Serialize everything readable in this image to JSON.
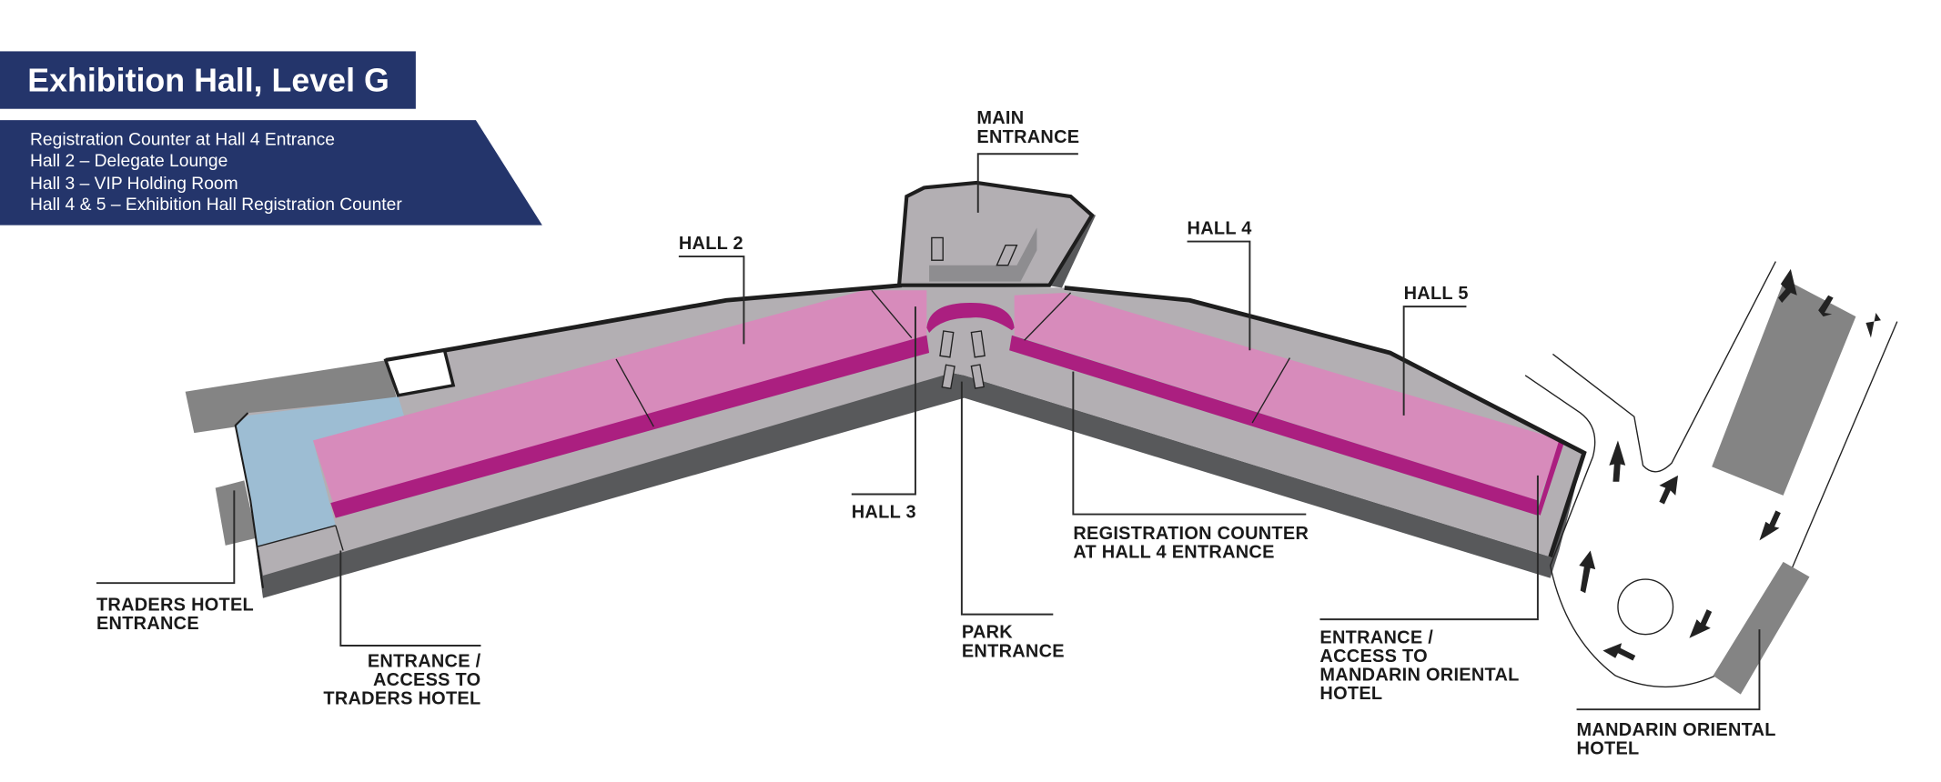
{
  "title": "Exhibition Hall, Level G",
  "legend": [
    "Registration Counter at Hall 4 Entrance",
    "Hall 2 – Delegate Lounge",
    "Hall 3 – VIP Holding Room",
    "Hall 4 & 5 – Exhibition Hall Registration Counter"
  ],
  "labels": {
    "main_entrance": [
      "MAIN",
      "ENTRANCE"
    ],
    "hall2": "HALL 2",
    "hall3": "HALL 3",
    "hall4": "HALL 4",
    "hall5": "HALL 5",
    "registration": [
      "REGISTRATION COUNTER",
      "AT HALL 4 ENTRANCE"
    ],
    "park_entrance": [
      "PARK",
      "ENTRANCE"
    ],
    "traders_entrance": [
      "TRADERS HOTEL",
      "ENTRANCE"
    ],
    "access_traders": [
      "ENTRANCE /",
      "ACCESS TO",
      "TRADERS HOTEL"
    ],
    "access_mandarin": [
      "ENTRANCE /",
      "ACCESS TO",
      "MANDARIN ORIENTAL",
      "HOTEL"
    ],
    "mandarin_hotel": [
      "MANDARIN ORIENTAL",
      "HOTEL"
    ]
  },
  "colors": {
    "navy": "#24356b",
    "hall_pink": "#d78bbb",
    "magenta": "#ab1f80",
    "floor_gray": "#b3afb3",
    "wall_dark": "#58595b",
    "blue_area": "#9dbdd3",
    "building_gray": "#848484"
  }
}
